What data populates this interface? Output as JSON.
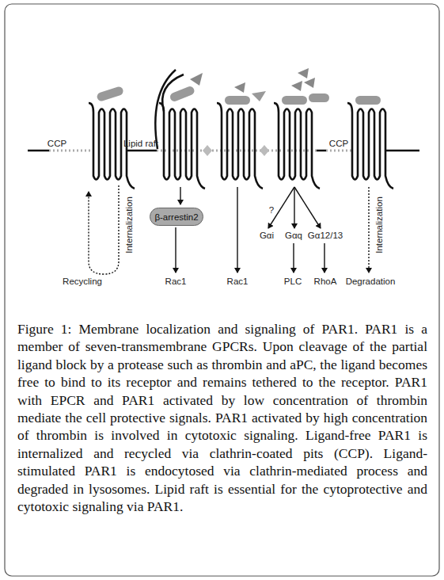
{
  "diagram": {
    "caption": "Figure 1: Membrane localization and signaling of PAR1. PAR1 is a member of seven-transmembrane GPCRs. Upon cleavage of the partial ligand block by a protease such as thrombin and aPC, the ligand becomes free to bind to its receptor and remains tethered to the receptor. PAR1 with EPCR and PAR1 activated by low concentration of thrombin mediate the cell protective signals. PAR1 activated by high concentration of thrombin is involved in cytotoxic signaling. Ligand-free PAR1 is internalized and recycled via clathrin-coated pits (CCP). Ligand-stimulated PAR1 is endocytosed via clathrin-mediated process and degraded in lysosomes. Lipid raft is essential for the cytoprotective and cytotoxic signaling via PAR1.",
    "nodes": [
      {
        "text": [
          "β-arrestin2"
        ]
      }
    ],
    "labels": [
      "CCP",
      "Lipid raft",
      "CCP",
      "Internalization",
      "Internalization",
      "Rac1",
      "Rac1",
      "?",
      "Gαi",
      "Gαq",
      "Gα12/13",
      "PLC",
      "RhoA",
      "Recycling",
      "Degradation"
    ]
  }
}
